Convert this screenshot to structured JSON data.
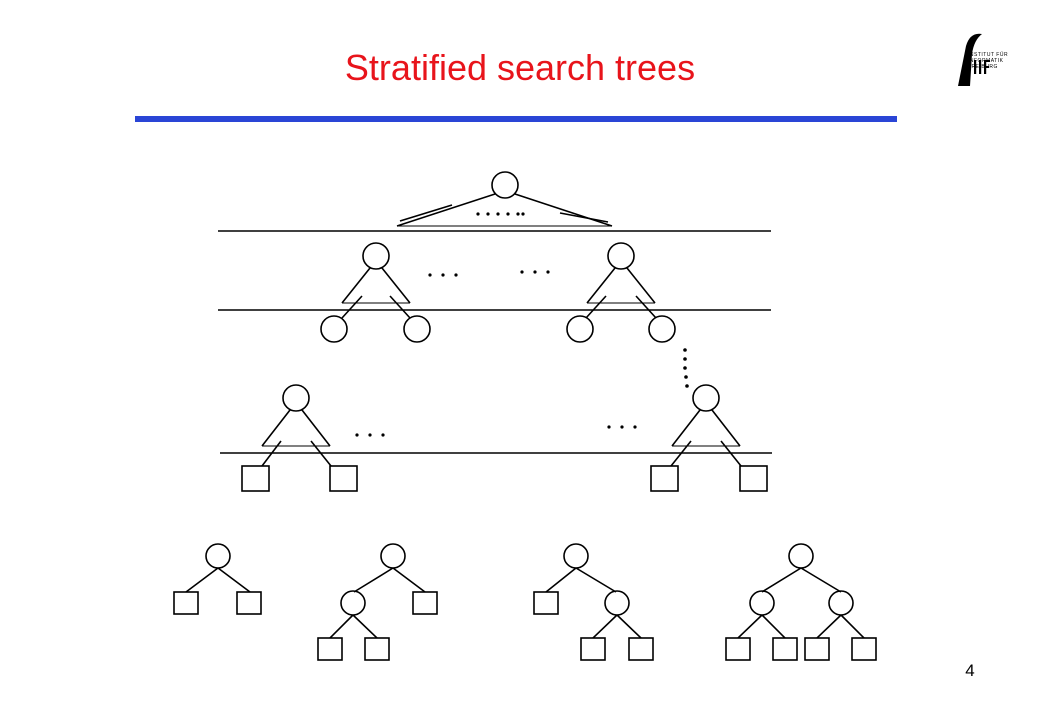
{
  "slide": {
    "title": "Stratified search trees",
    "page_number": "4"
  },
  "logo": {
    "lines": [
      "IIF",
      "INSTITUT FÜR",
      "INFORMATIK",
      "FREIBURG"
    ]
  },
  "colors": {
    "title": "#e8141b",
    "title_rule": "#2a45d6",
    "stroke": "#000000",
    "background": "#ffffff"
  },
  "icons": {
    "logo": "freiburg-iif-logo"
  }
}
